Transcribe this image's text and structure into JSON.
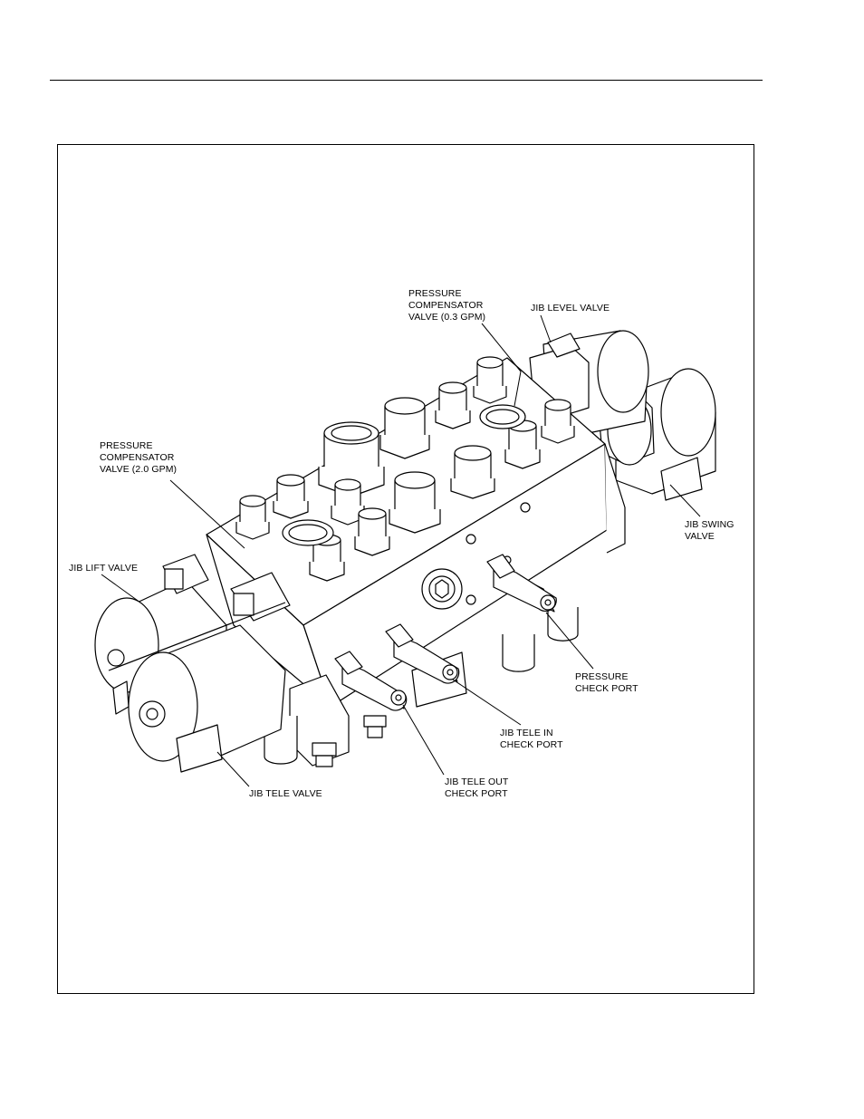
{
  "labels": {
    "pc_small": [
      "PRESSURE",
      "COMPENSATOR",
      "VALVE (0.3 GPM)"
    ],
    "jib_level": [
      "JIB LEVEL VALVE"
    ],
    "pc_large": [
      "PRESSURE",
      "COMPENSATOR",
      "VALVE (2.0 GPM)"
    ],
    "jib_lift": [
      "JIB LIFT VALVE"
    ],
    "jib_swing": [
      "JIB SWING",
      "VALVE"
    ],
    "pressure_check": [
      "PRESSURE",
      "CHECK PORT"
    ],
    "tele_in_check": [
      "JIB TELE IN",
      "CHECK PORT"
    ],
    "tele_out_check": [
      "JIB TELE OUT",
      "CHECK PORT"
    ],
    "jib_tele": [
      "JIB TELE VALVE"
    ]
  },
  "colors": {
    "line": "#000000",
    "fill": "#ffffff"
  }
}
